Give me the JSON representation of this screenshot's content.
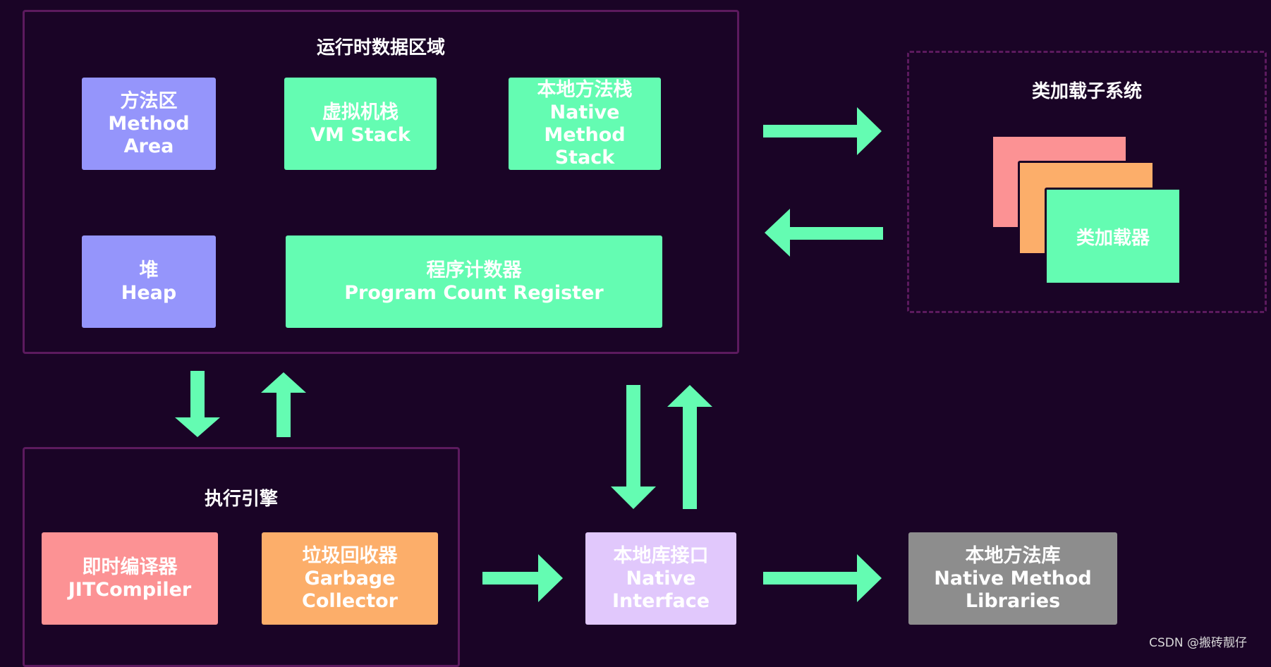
{
  "colors": {
    "background": "#1a0426",
    "panel_border": "#5c1a5e",
    "arrow": "#64fcb2",
    "method_area": "#9595fb",
    "stack": "#64fcb2",
    "jit": "#fc9294",
    "gc": "#fcae6a",
    "native_interface": "#e1c8fc",
    "native_libraries": "#8d8d8d"
  },
  "runtime_data_area": {
    "title": "运行时数据区域",
    "method_area": {
      "line1": "方法区",
      "line2": "Method",
      "line3": "Area"
    },
    "vm_stack": {
      "line1": "虚拟机栈",
      "line2": "VM Stack"
    },
    "native_method_stack": {
      "line1": "本地方法栈",
      "line2": "Native",
      "line3": "Method",
      "line4": "Stack"
    },
    "heap": {
      "line1": "堆",
      "line2": "Heap"
    },
    "program_counter": {
      "line1": "程序计数器",
      "line2": "Program Count Register"
    }
  },
  "class_loader_subsystem": {
    "title": "类加载子系统",
    "loader_label": "类加载器"
  },
  "execution_engine": {
    "title": "执行引擎",
    "jit": {
      "line1": "即时编译器",
      "line2": "JITCompiler"
    },
    "gc": {
      "line1": "垃圾回收器",
      "line2": "Garbage",
      "line3": "Collector"
    }
  },
  "native_interface": {
    "line1": "本地库接口",
    "line2": "Native",
    "line3": "Interface"
  },
  "native_libraries": {
    "line1": "本地方法库",
    "line2": "Native Method",
    "line3": "Libraries"
  },
  "credit": "CSDN @搬砖靓仔"
}
